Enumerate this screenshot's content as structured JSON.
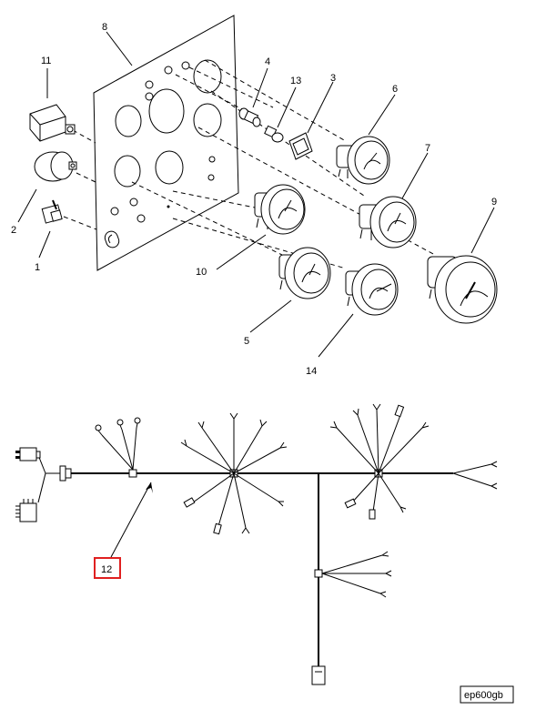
{
  "diagram": {
    "callouts": {
      "c1": "1",
      "c2": "2",
      "c3": "3",
      "c4": "4",
      "c5": "5",
      "c6": "6",
      "c7": "7",
      "c8": "8",
      "c9": "9",
      "c10": "10",
      "c11": "11",
      "c12": "12",
      "c13": "13",
      "c14": "14"
    },
    "highlighted": "12",
    "highlight_color": "#e02020",
    "figure_code": "ep600gb"
  }
}
